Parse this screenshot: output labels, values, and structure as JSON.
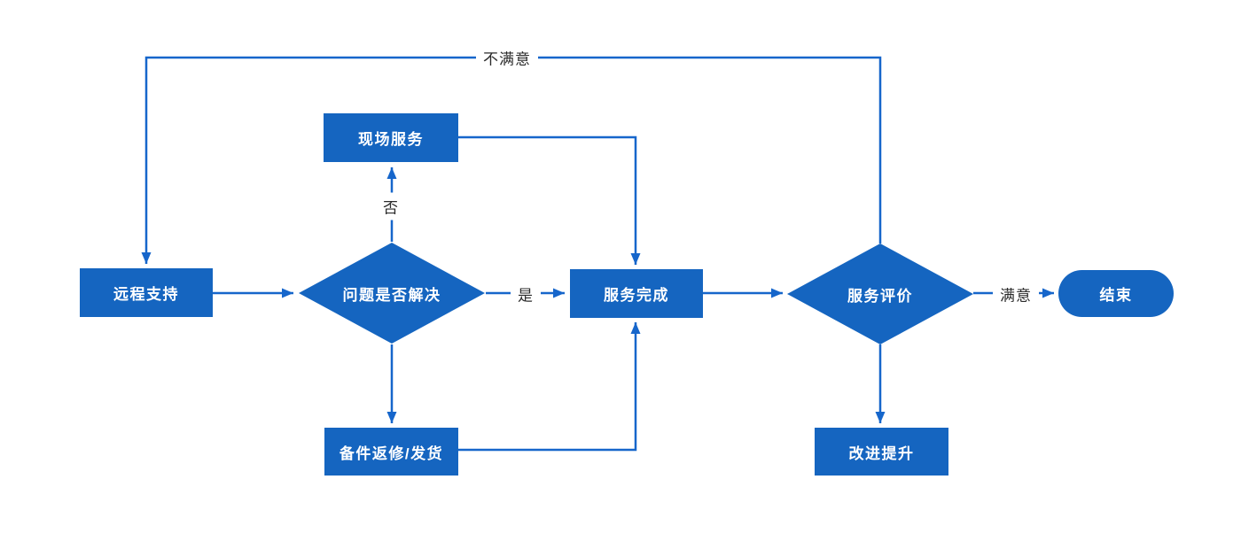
{
  "diagram": {
    "title": "service-flowchart",
    "colors": {
      "node_fill": "#1565c0",
      "node_text": "#ffffff",
      "line": "#1666cb",
      "edge_label_text": "#2b2b2b",
      "background": "#ffffff"
    },
    "nodes": {
      "remote": {
        "label": "远程支持",
        "type": "process"
      },
      "solve": {
        "label": "问题是否解决",
        "type": "decision"
      },
      "onsite": {
        "label": "现场服务",
        "type": "process"
      },
      "complete": {
        "label": "服务完成",
        "type": "process"
      },
      "parts": {
        "label": "备件返修/发货",
        "type": "process"
      },
      "eval": {
        "label": "服务评价",
        "type": "decision"
      },
      "improve": {
        "label": "改进提升",
        "type": "process"
      },
      "end": {
        "label": "结束",
        "type": "terminator"
      }
    },
    "edges": [
      {
        "from": "remote",
        "to": "solve",
        "label": ""
      },
      {
        "from": "solve",
        "to": "onsite",
        "label": "否"
      },
      {
        "from": "solve",
        "to": "complete",
        "label": "是"
      },
      {
        "from": "solve",
        "to": "parts",
        "label": ""
      },
      {
        "from": "onsite",
        "to": "complete",
        "label": ""
      },
      {
        "from": "parts",
        "to": "complete",
        "label": ""
      },
      {
        "from": "complete",
        "to": "eval",
        "label": ""
      },
      {
        "from": "eval",
        "to": "end",
        "label": "满意"
      },
      {
        "from": "eval",
        "to": "improve",
        "label": ""
      },
      {
        "from": "eval",
        "to": "remote",
        "label": "不满意"
      }
    ]
  }
}
